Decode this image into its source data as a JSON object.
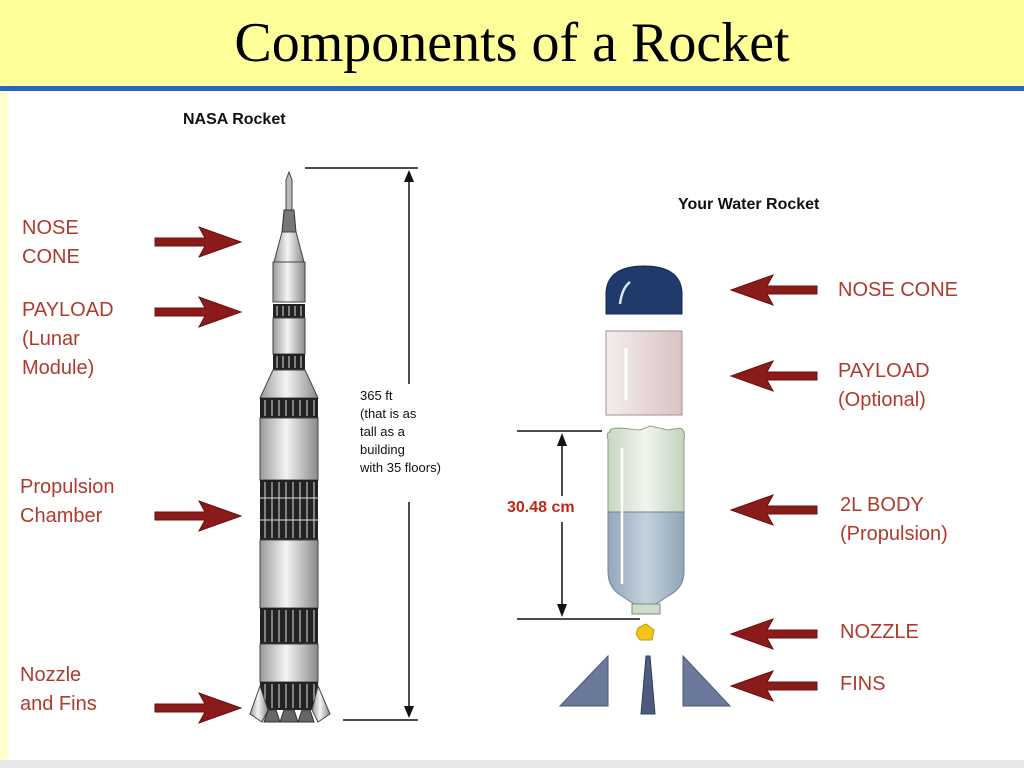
{
  "slide": {
    "title": "Components of a Rocket"
  },
  "nasa": {
    "heading": "NASA Rocket",
    "labels": {
      "nose_cone": "NOSE\nCONE",
      "payload": "PAYLOAD\n(Lunar\nModule)",
      "propulsion": "Propulsion\nChamber",
      "nozzle_fins": "Nozzle\nand Fins"
    },
    "height_note": "365 ft\n(that is as\ntall as a\nbuilding\nwith 35 floors)"
  },
  "water": {
    "heading": "Your Water Rocket",
    "labels": {
      "nose_cone": "NOSE CONE",
      "payload": "PAYLOAD\n(Optional)",
      "body": "2L BODY\n(Propulsion)",
      "nozzle": "NOZZLE",
      "fins": "FINS"
    },
    "height_note": "30.48 cm"
  },
  "colors": {
    "title_bg": "#ffff99",
    "rule": "#2b63c9",
    "label_text": "#c0392b",
    "arrow": "#8b1a1a",
    "nose_cone": "#1f3a6b",
    "fins": "#6b7a9c",
    "payload": "#eadcdc",
    "bottle_water": "#a9bccb",
    "nozzle": "#f2c418"
  }
}
